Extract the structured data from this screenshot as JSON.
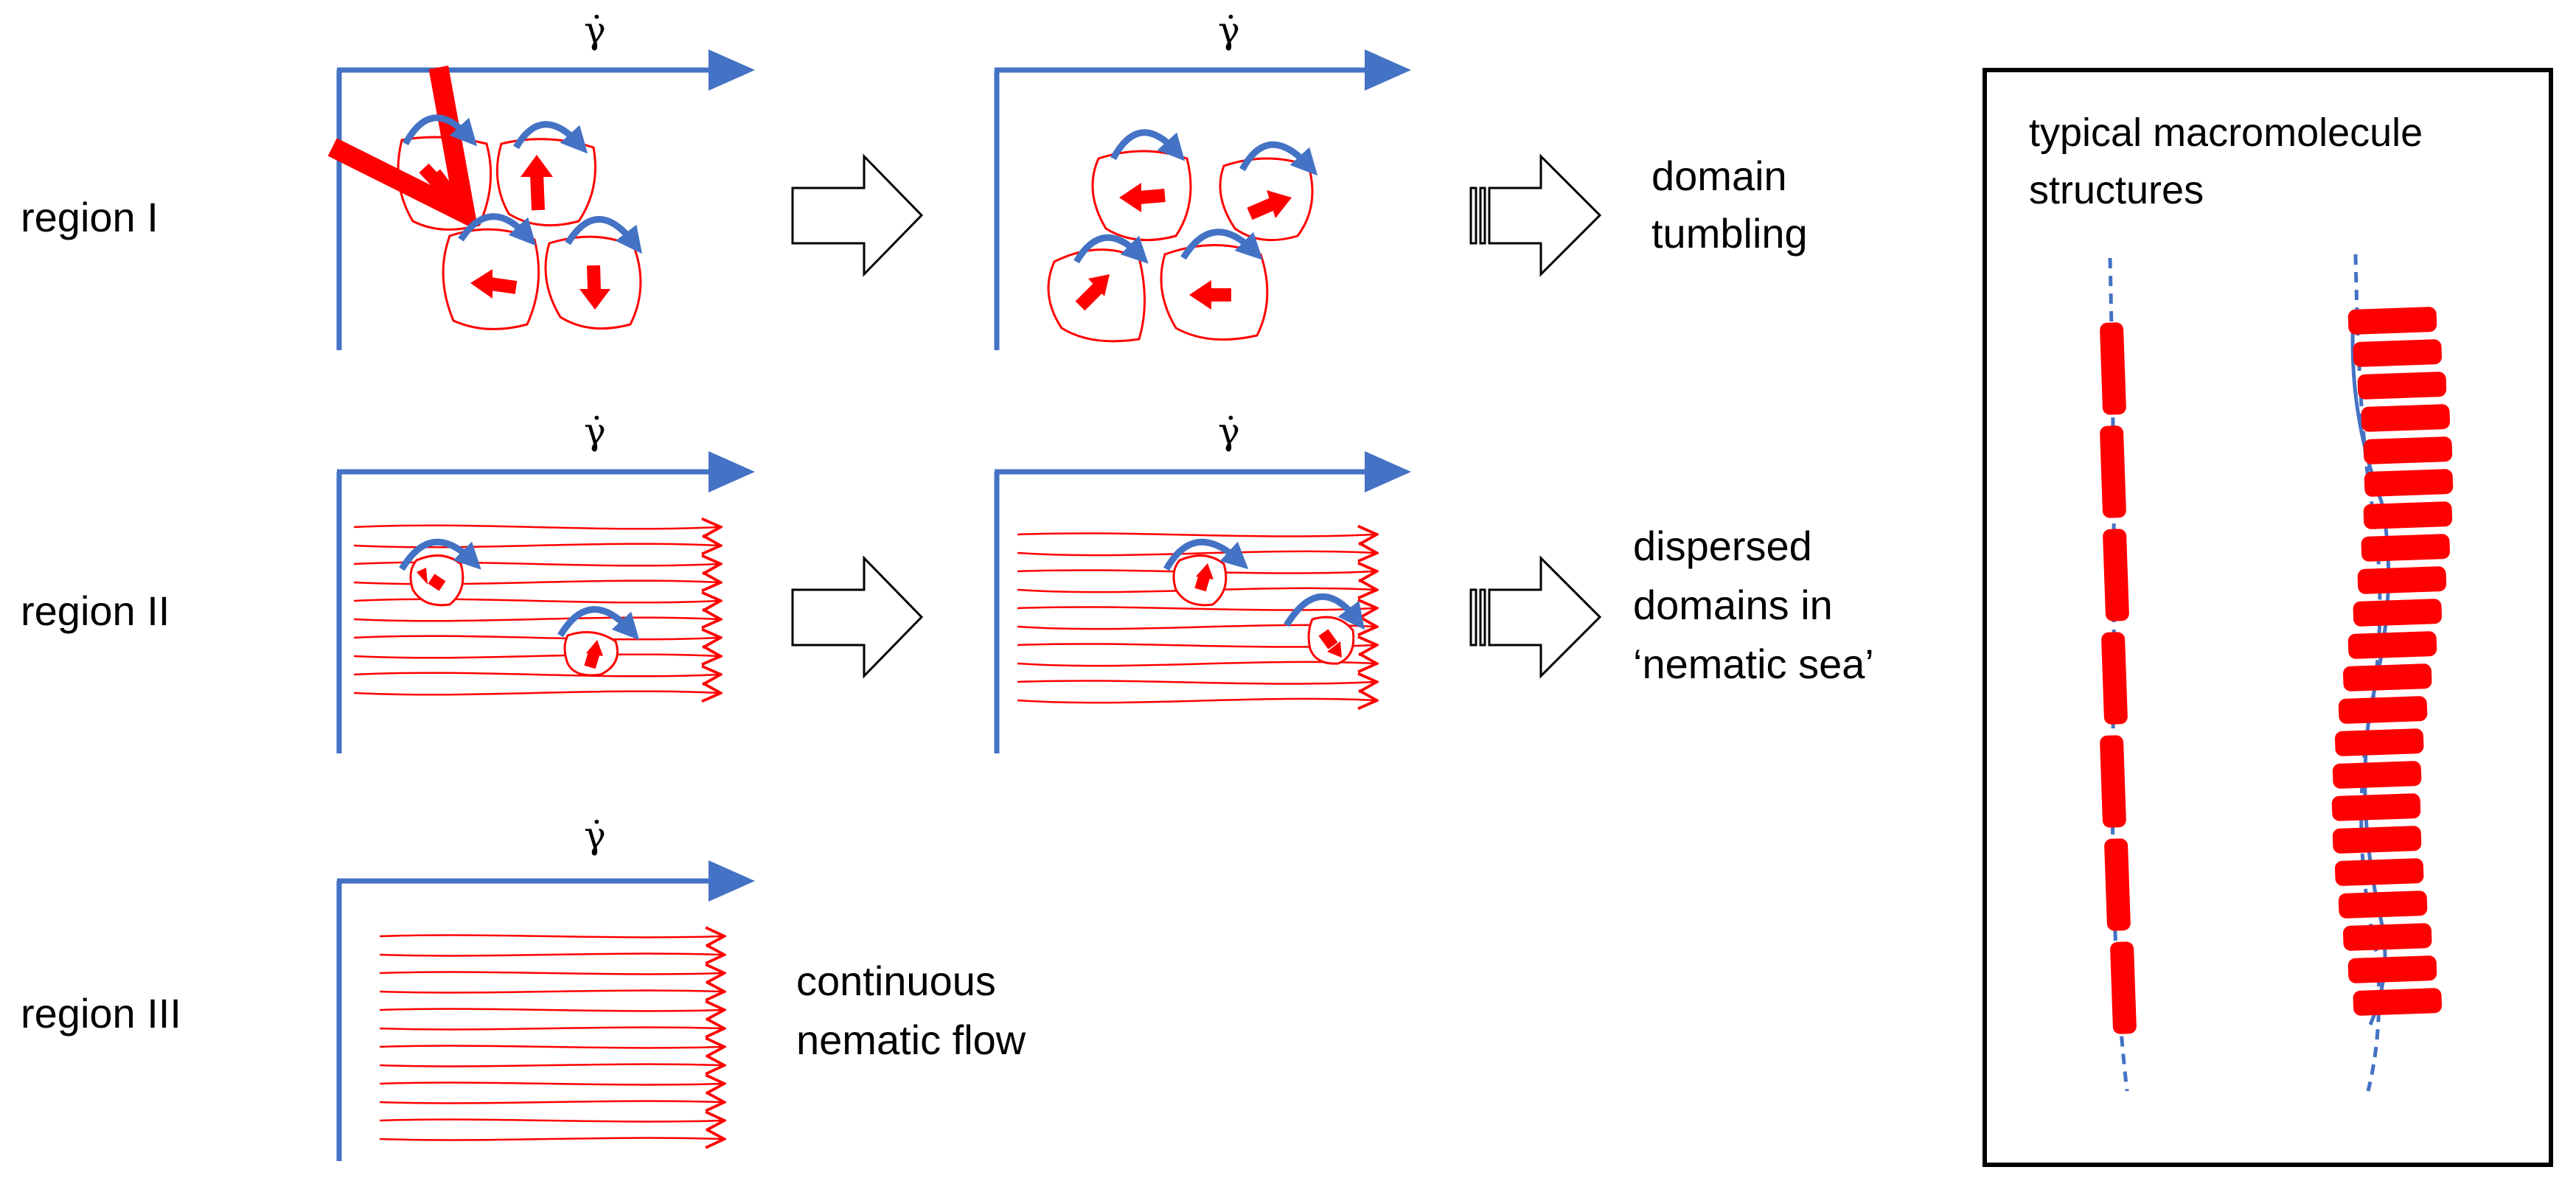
{
  "colors": {
    "axis_blue": "#4472C4",
    "domain_red": "#FF0000",
    "rotation_blue": "#4472C4",
    "outline": "#000000",
    "background": "#FFFFFF"
  },
  "shear_rate_symbol": "γ̇",
  "regions": [
    {
      "label": "region I",
      "outcome_lines": [
        "domain",
        "tumbling"
      ]
    },
    {
      "label": "region II",
      "outcome_lines": [
        "dispersed",
        "domains in",
        "‘nematic sea’"
      ]
    },
    {
      "label": "region III",
      "outcome_lines": [
        "continuous",
        "nematic flow"
      ]
    }
  ],
  "inset": {
    "title_lines": [
      "typical macromolecule",
      "structures"
    ]
  }
}
